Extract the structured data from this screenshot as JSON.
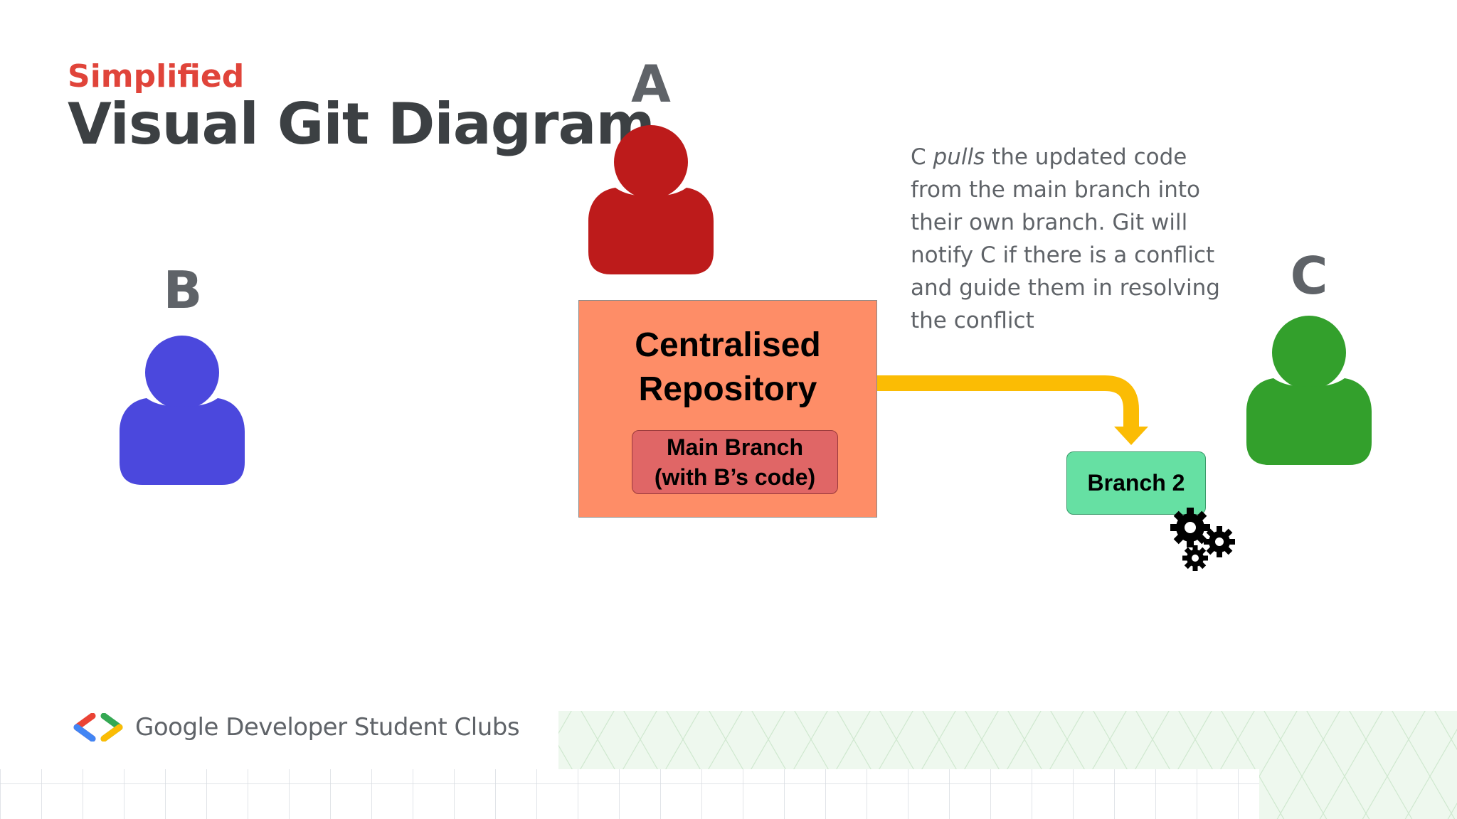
{
  "title": {
    "subtitle": "Simplified",
    "main": "Visual Git Diagram"
  },
  "persons": {
    "a": {
      "label": "A",
      "color": "#bd1b1b"
    },
    "b": {
      "label": "B",
      "color": "#4b48dd"
    },
    "c": {
      "label": "C",
      "color": "#33a02c"
    }
  },
  "repository": {
    "title_line1": "Centralised",
    "title_line2": "Repository",
    "branch_line1": "Main Branch",
    "branch_line2": "(with B’s code)"
  },
  "description": {
    "subject": "C",
    "verb": "pulls",
    "rest": "the updated code from the main branch into their own branch. Git will notify C if there is a conflict and guide them in resolving the conflict"
  },
  "branch2": {
    "label": "Branch 2"
  },
  "arrow": {
    "color": "#fbbc04"
  },
  "gears_icon": "gears-icon",
  "footer": {
    "brand": "Google Developer Student Clubs"
  }
}
